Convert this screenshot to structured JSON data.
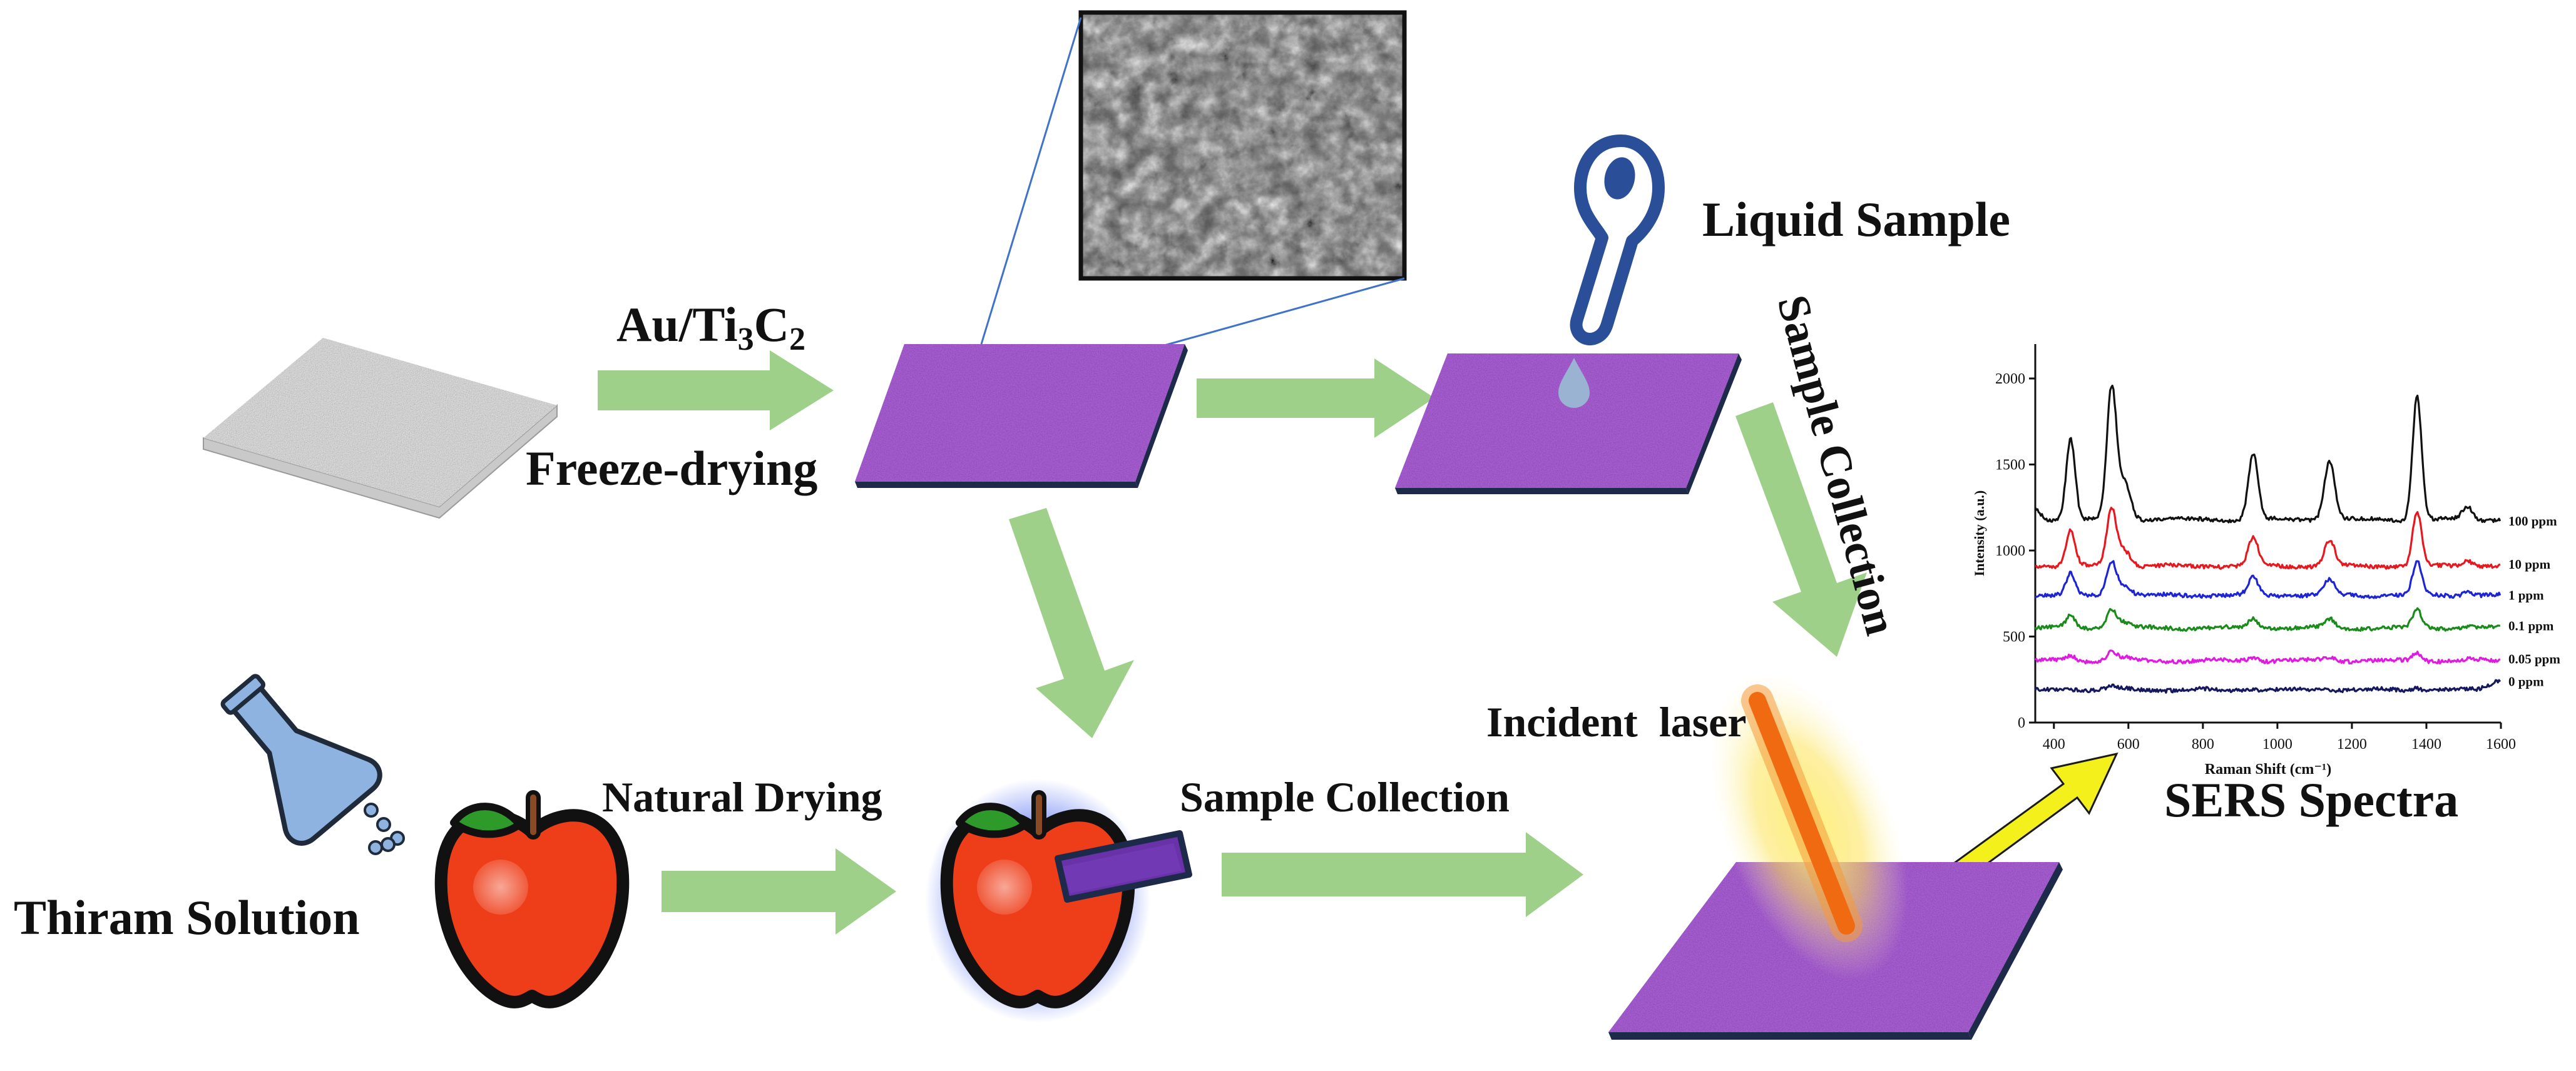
{
  "labels": {
    "au_prefix": "Au/Ti",
    "au_sub1": "3",
    "au_mid": "C",
    "au_sub2": "2",
    "freeze_drying": "Freeze-drying",
    "liquid_sample": "Liquid Sample",
    "sample_collection_vertical": "Sample Collection",
    "incident_laser": "Incident  laser",
    "natural_drying": "Natural Drying",
    "sample_collection_bottom": "Sample Collection",
    "thiram_solution": "Thiram Solution",
    "sers_spectra": "SERS Spectra"
  },
  "colors": {
    "flow_arrow": "#9fd08a",
    "substrate": "#6a32a8",
    "substrate_edge": "#1d2a4a",
    "apple_red": "#ee3d19",
    "leaf_green": "#2e9a2a",
    "flask_blue": "#8fb3e0",
    "probe_blue": "#2a4f98",
    "laser_orange": "#f06a12",
    "signal_yellow": "#f3f01b"
  },
  "chart_data": {
    "type": "line",
    "xlabel": "Raman Shift (cm⁻¹)",
    "ylabel": "Intensity (a.u.)",
    "xlim": [
      350,
      1600
    ],
    "ylim": [
      0,
      2200
    ],
    "x_ticks": [
      "400",
      "600",
      "800",
      "1000",
      "1200",
      "1400",
      "1600"
    ],
    "y_ticks": [
      "0",
      "500",
      "1000",
      "1500",
      "2000"
    ],
    "peaks": [
      {
        "x": 445,
        "w": 12,
        "rel": 0.62
      },
      {
        "x": 555,
        "w": 13,
        "rel": 1.0
      },
      {
        "x": 590,
        "w": 16,
        "rel": 0.28
      },
      {
        "x": 935,
        "w": 13,
        "rel": 0.5
      },
      {
        "x": 1140,
        "w": 14,
        "rel": 0.45
      },
      {
        "x": 1375,
        "w": 12,
        "rel": 0.95
      },
      {
        "x": 1510,
        "w": 14,
        "rel": 0.1
      }
    ],
    "series": [
      {
        "name": "100 ppm",
        "color": "#111111",
        "baseline": 1180,
        "scale": 760
      },
      {
        "name": "10 ppm",
        "color": "#e8171d",
        "baseline": 910,
        "scale": 330
      },
      {
        "name": "1 ppm",
        "color": "#1d24d8",
        "baseline": 740,
        "scale": 200
      },
      {
        "name": "0.1 ppm",
        "color": "#1a8a1a",
        "baseline": 550,
        "scale": 110
      },
      {
        "name": "0.05 ppm",
        "color": "#e01ae0",
        "baseline": 360,
        "scale": 50
      },
      {
        "name": "0 ppm",
        "color": "#14185e",
        "baseline": 190,
        "scale": 15
      }
    ]
  }
}
